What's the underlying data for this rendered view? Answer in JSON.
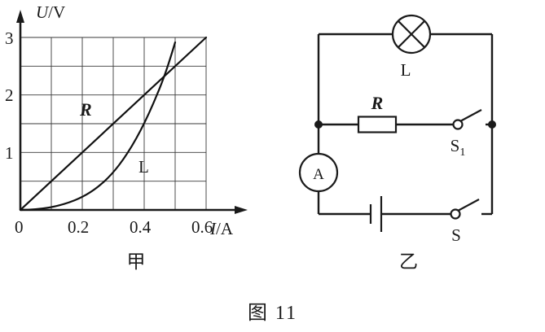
{
  "figure": {
    "caption": "图 11",
    "left_panel_caption": "甲",
    "right_panel_caption": "乙"
  },
  "chart_data": {
    "type": "line",
    "title": "",
    "xlabel": "I/A",
    "ylabel": "U/V",
    "xlabel_italic_part": "I",
    "xlabel_rest": "/A",
    "ylabel_italic_part": "U",
    "ylabel_rest": "/V",
    "xlim": [
      0,
      0.7
    ],
    "ylim": [
      0,
      3
    ],
    "grid": true,
    "x_major_ticks": [
      "0",
      "0.2",
      "0.4",
      "0.6"
    ],
    "x_major_tick_values": [
      0,
      0.2,
      0.4,
      0.6
    ],
    "x_gridline_values": [
      0,
      0.1,
      0.2,
      0.3,
      0.4,
      0.5,
      0.6
    ],
    "y_major_ticks": [
      "1",
      "2",
      "3"
    ],
    "y_major_tick_values": [
      1,
      2,
      3
    ],
    "y_gridline_values": [
      0.5,
      1,
      1.5,
      2,
      2.5,
      3
    ],
    "origin_label": "0",
    "series": [
      {
        "name": "R",
        "label": "R",
        "label_style": "bold-italic",
        "description": "straight line through origin, ohmic resistor",
        "x": [
          0,
          0.1,
          0.2,
          0.3,
          0.4,
          0.5,
          0.6
        ],
        "y": [
          0,
          0.5,
          1.0,
          1.5,
          2.0,
          2.5,
          3.0
        ]
      },
      {
        "name": "L",
        "label": "L",
        "label_style": "upright",
        "description": "upward curving line, filament lamp",
        "x": [
          0,
          0.05,
          0.1,
          0.15,
          0.2,
          0.25,
          0.3,
          0.35,
          0.4,
          0.45,
          0.5
        ],
        "y": [
          0,
          0.02,
          0.06,
          0.12,
          0.22,
          0.38,
          0.6,
          0.88,
          1.25,
          1.78,
          2.5
        ]
      }
    ],
    "intersection": {
      "x": 0.5,
      "y": 2.5
    }
  },
  "circuit": {
    "components": [
      {
        "id": "lamp",
        "label": "L",
        "icon": "lamp-icon",
        "type": "lamp"
      },
      {
        "id": "resistor",
        "label": "R",
        "icon": "resistor-icon",
        "type": "resistor"
      },
      {
        "id": "switch1",
        "label": "S",
        "sub": "1",
        "icon": "switch-open-icon",
        "type": "switch"
      },
      {
        "id": "switch2",
        "label": "S",
        "sub": "",
        "icon": "switch-open-icon",
        "type": "switch"
      },
      {
        "id": "ammeter",
        "label": "A",
        "icon": "ammeter-icon",
        "type": "meter"
      },
      {
        "id": "battery",
        "label": "",
        "icon": "battery-icon",
        "type": "battery"
      }
    ],
    "lamp_label": "L",
    "resistor_label": "R",
    "switch1_label": "S",
    "switch1_sub": "1",
    "switch2_label": "S",
    "ammeter_label": "A"
  },
  "colors": {
    "ink": "#1a1a1a",
    "grid": "#3a3a3a",
    "background": "#ffffff"
  }
}
